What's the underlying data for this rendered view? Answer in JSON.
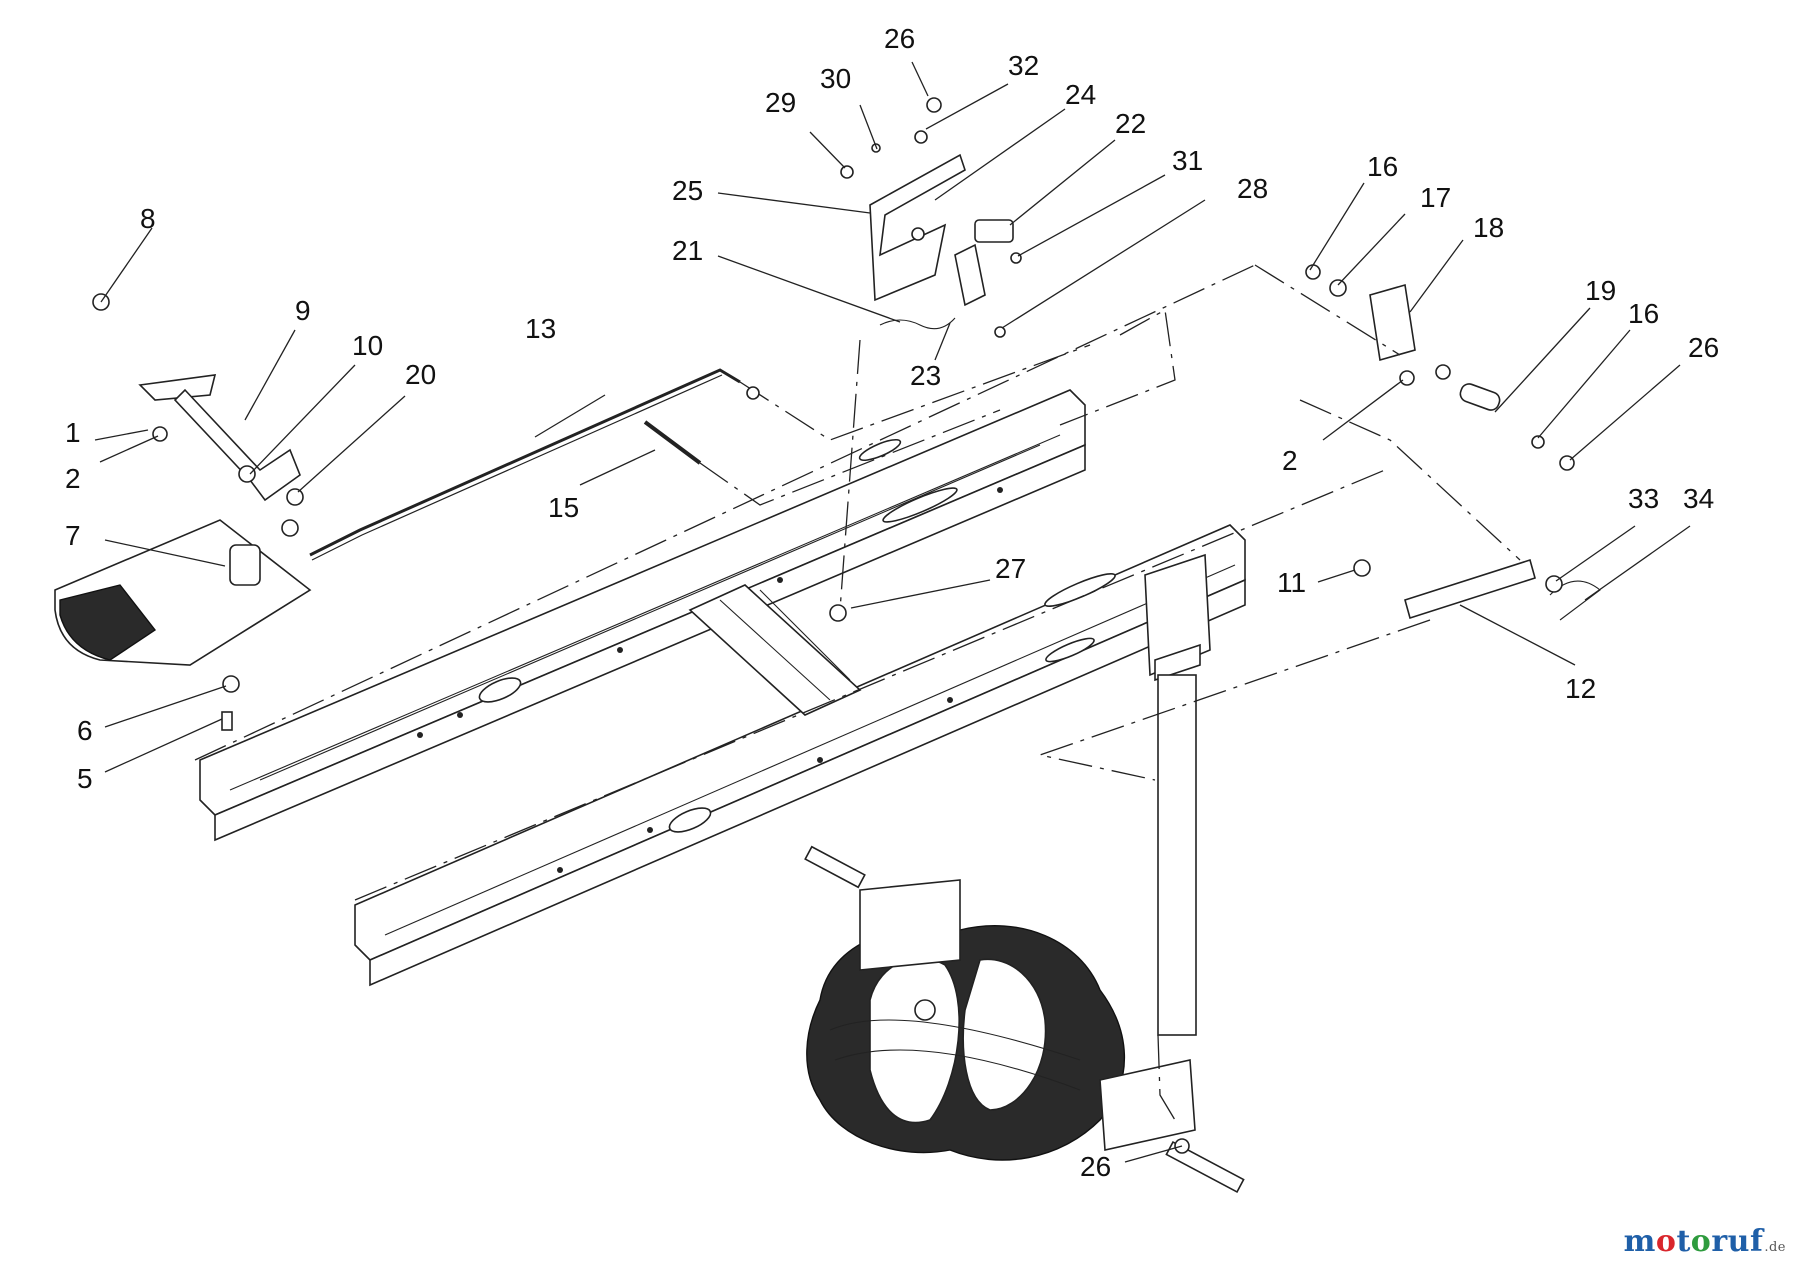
{
  "diagram": {
    "callouts": [
      {
        "id": "c8",
        "text": "8"
      },
      {
        "id": "c9",
        "text": "9"
      },
      {
        "id": "c10",
        "text": "10"
      },
      {
        "id": "c20",
        "text": "20"
      },
      {
        "id": "c1",
        "text": "1"
      },
      {
        "id": "c2a",
        "text": "2"
      },
      {
        "id": "c7",
        "text": "7"
      },
      {
        "id": "c6",
        "text": "6"
      },
      {
        "id": "c5",
        "text": "5"
      },
      {
        "id": "c13",
        "text": "13"
      },
      {
        "id": "c15",
        "text": "15"
      },
      {
        "id": "c26a",
        "text": "26"
      },
      {
        "id": "c30",
        "text": "30"
      },
      {
        "id": "c32",
        "text": "32"
      },
      {
        "id": "c29",
        "text": "29"
      },
      {
        "id": "c24",
        "text": "24"
      },
      {
        "id": "c22",
        "text": "22"
      },
      {
        "id": "c25",
        "text": "25"
      },
      {
        "id": "c31",
        "text": "31"
      },
      {
        "id": "c28",
        "text": "28"
      },
      {
        "id": "c21",
        "text": "21"
      },
      {
        "id": "c23",
        "text": "23"
      },
      {
        "id": "c27",
        "text": "27"
      },
      {
        "id": "c16a",
        "text": "16"
      },
      {
        "id": "c17",
        "text": "17"
      },
      {
        "id": "c18",
        "text": "18"
      },
      {
        "id": "c19",
        "text": "19"
      },
      {
        "id": "c16b",
        "text": "16"
      },
      {
        "id": "c26b",
        "text": "26"
      },
      {
        "id": "c2b",
        "text": "2"
      },
      {
        "id": "c33",
        "text": "33"
      },
      {
        "id": "c34",
        "text": "34"
      },
      {
        "id": "c11",
        "text": "11"
      },
      {
        "id": "c12",
        "text": "12"
      },
      {
        "id": "c26c",
        "text": "26"
      }
    ]
  },
  "watermark": {
    "letters": [
      {
        "ch": "m",
        "color": "#1f5fa8"
      },
      {
        "ch": "o",
        "color": "#d9262c"
      },
      {
        "ch": "t",
        "color": "#1f5fa8"
      },
      {
        "ch": "o",
        "color": "#2e9b3e"
      },
      {
        "ch": "r",
        "color": "#1f5fa8"
      },
      {
        "ch": "u",
        "color": "#1f5fa8"
      },
      {
        "ch": "f",
        "color": "#1f5fa8"
      }
    ],
    "suffix": ".de"
  }
}
